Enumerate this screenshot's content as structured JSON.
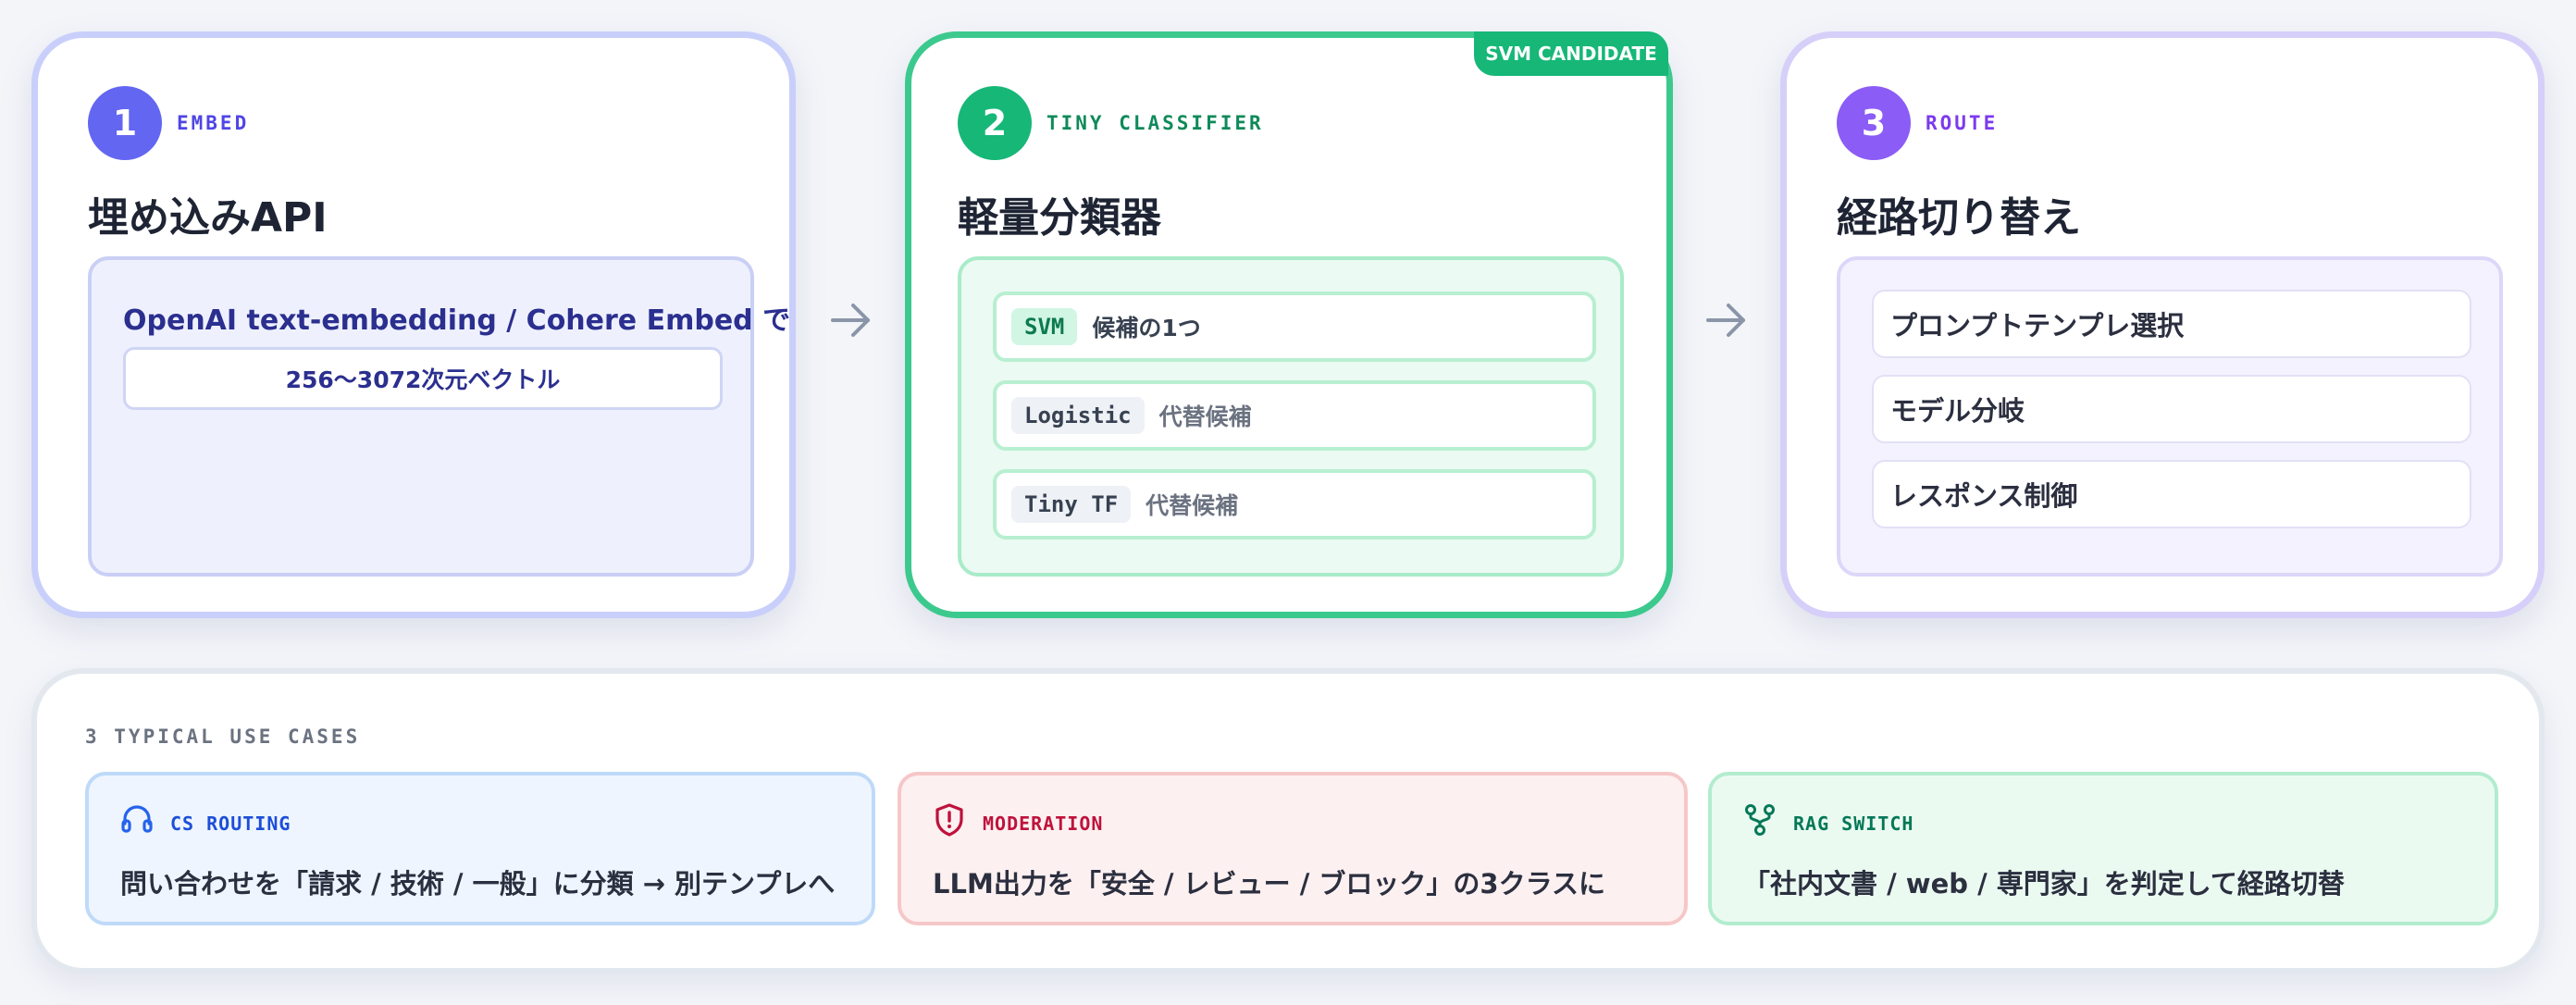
{
  "steps": [
    {
      "number": "1",
      "tag": "EMBED",
      "title": "埋め込みAPI",
      "description": "OpenAI text-embedding / Cohere Embed で",
      "pill": "256〜3072次元ベクトル",
      "color": "#6366f1"
    },
    {
      "number": "2",
      "tag": "TINY CLASSIFIER",
      "title": "軽量分類器",
      "badge": "SVM CANDIDATE",
      "color": "#16b777",
      "rows": [
        {
          "code": "SVM",
          "desc": "候補の1つ"
        },
        {
          "code": "Logistic",
          "desc": "代替候補"
        },
        {
          "code": "Tiny TF",
          "desc": "代替候補"
        }
      ]
    },
    {
      "number": "3",
      "tag": "ROUTE",
      "title": "経路切り替え",
      "color": "#8b5cf6",
      "rows": [
        "プロンプトテンプレ選択",
        "モデル分岐",
        "レスポンス制御"
      ]
    }
  ],
  "use_cases": {
    "label": "3 TYPICAL USE CASES",
    "items": [
      {
        "icon": "headset-icon",
        "tag": "CS ROUTING",
        "text": "問い合わせを「請求 / 技術 / 一般」に分類 → 別テンプレへ",
        "color": "#1d4ed8"
      },
      {
        "icon": "shield-alert-icon",
        "tag": "MODERATION",
        "text": "LLM出力を「安全 / レビュー / ブロック」の3クラスに",
        "color": "#be123c"
      },
      {
        "icon": "branch-icon",
        "tag": "RAG SWITCH",
        "text": "「社内文書 / web / 専門家」を判定して経路切替",
        "color": "#047857"
      }
    ]
  }
}
